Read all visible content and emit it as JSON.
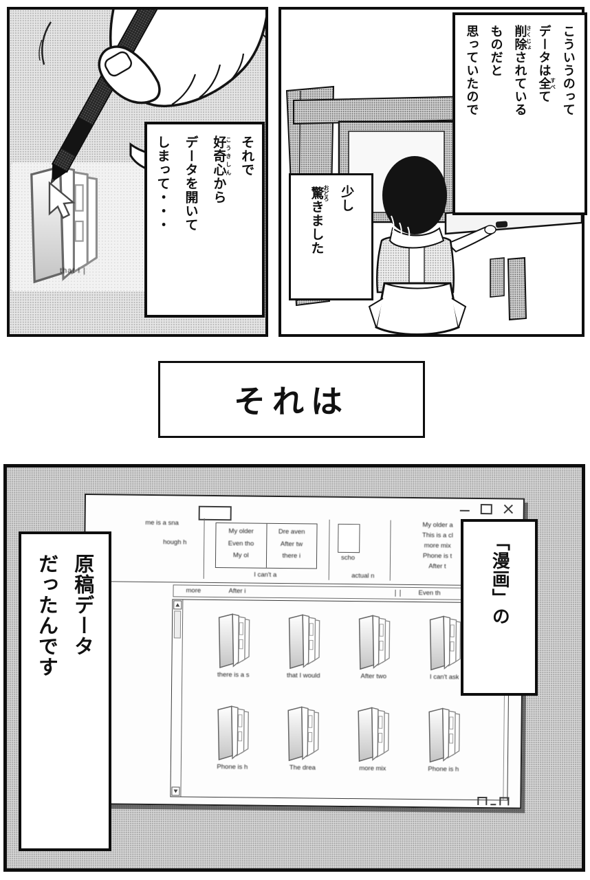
{
  "balloons": {
    "thought": {
      "lines": [
        [
          {
            "t": "こういうのって"
          }
        ],
        [
          {
            "t": "データは"
          },
          {
            "t": "全",
            "r": "すべ"
          },
          {
            "t": "て"
          }
        ],
        [
          {
            "t": "削除",
            "r": "さくじょ"
          },
          {
            "t": "されている"
          }
        ],
        [
          {
            "t": "ものだと"
          }
        ],
        [
          {
            "t": "思っていたので"
          }
        ]
      ]
    },
    "surprised": {
      "lines": [
        [
          {
            "t": "少し"
          }
        ],
        [
          {
            "t": "驚",
            "r": "おどろ"
          },
          {
            "t": "きました"
          }
        ]
      ]
    },
    "curiosity": {
      "lines": [
        [
          {
            "t": "それで"
          }
        ],
        [
          {
            "t": "好奇心",
            "r": "こうきしん"
          },
          {
            "t": "から"
          }
        ],
        [
          {
            "t": "データを開いて"
          }
        ],
        [
          {
            "t": "しまって・・・"
          }
        ]
      ]
    },
    "manga": {
      "lines": [
        [
          {
            "t": "「漫画」の"
          }
        ]
      ]
    },
    "genko": {
      "lines": [
        [
          {
            "t": "原稿データ"
          }
        ],
        [
          {
            "t": "だったんです"
          }
        ]
      ]
    }
  },
  "caption": {
    "text": "それは"
  },
  "panel1": {
    "folder_label": "that i |"
  },
  "explorer": {
    "ribbon": {
      "g1_line1": "me is a sna",
      "g1_line2": "hough h",
      "g2_col_a": [
        "My older",
        "Even tho",
        "My ol"
      ],
      "g2_col_b": [
        "Dre aven",
        "After tw",
        "there i"
      ],
      "g2_caption": "I can't a",
      "g3_label": "scho",
      "g3_caption": "actual n",
      "g4_lines": [
        "My older a",
        "This is a cl",
        "more mix",
        "Phone is t",
        "After t"
      ]
    },
    "address": {
      "crumb1": "more",
      "crumb2": "After i",
      "search": "Even th"
    },
    "folders": [
      "there is a s",
      "that I would",
      "After two",
      "I can't ask",
      "Phone is h",
      "The drea",
      "more mix",
      "Phone is h"
    ]
  },
  "icons": {
    "minimize": "minus-bar",
    "maximize": "square-outline",
    "close": "x-cross",
    "scroll_up": "triangle-up",
    "scroll_down": "triangle-down",
    "view_toggle": "open-square",
    "cursor": "mouse-arrow"
  }
}
